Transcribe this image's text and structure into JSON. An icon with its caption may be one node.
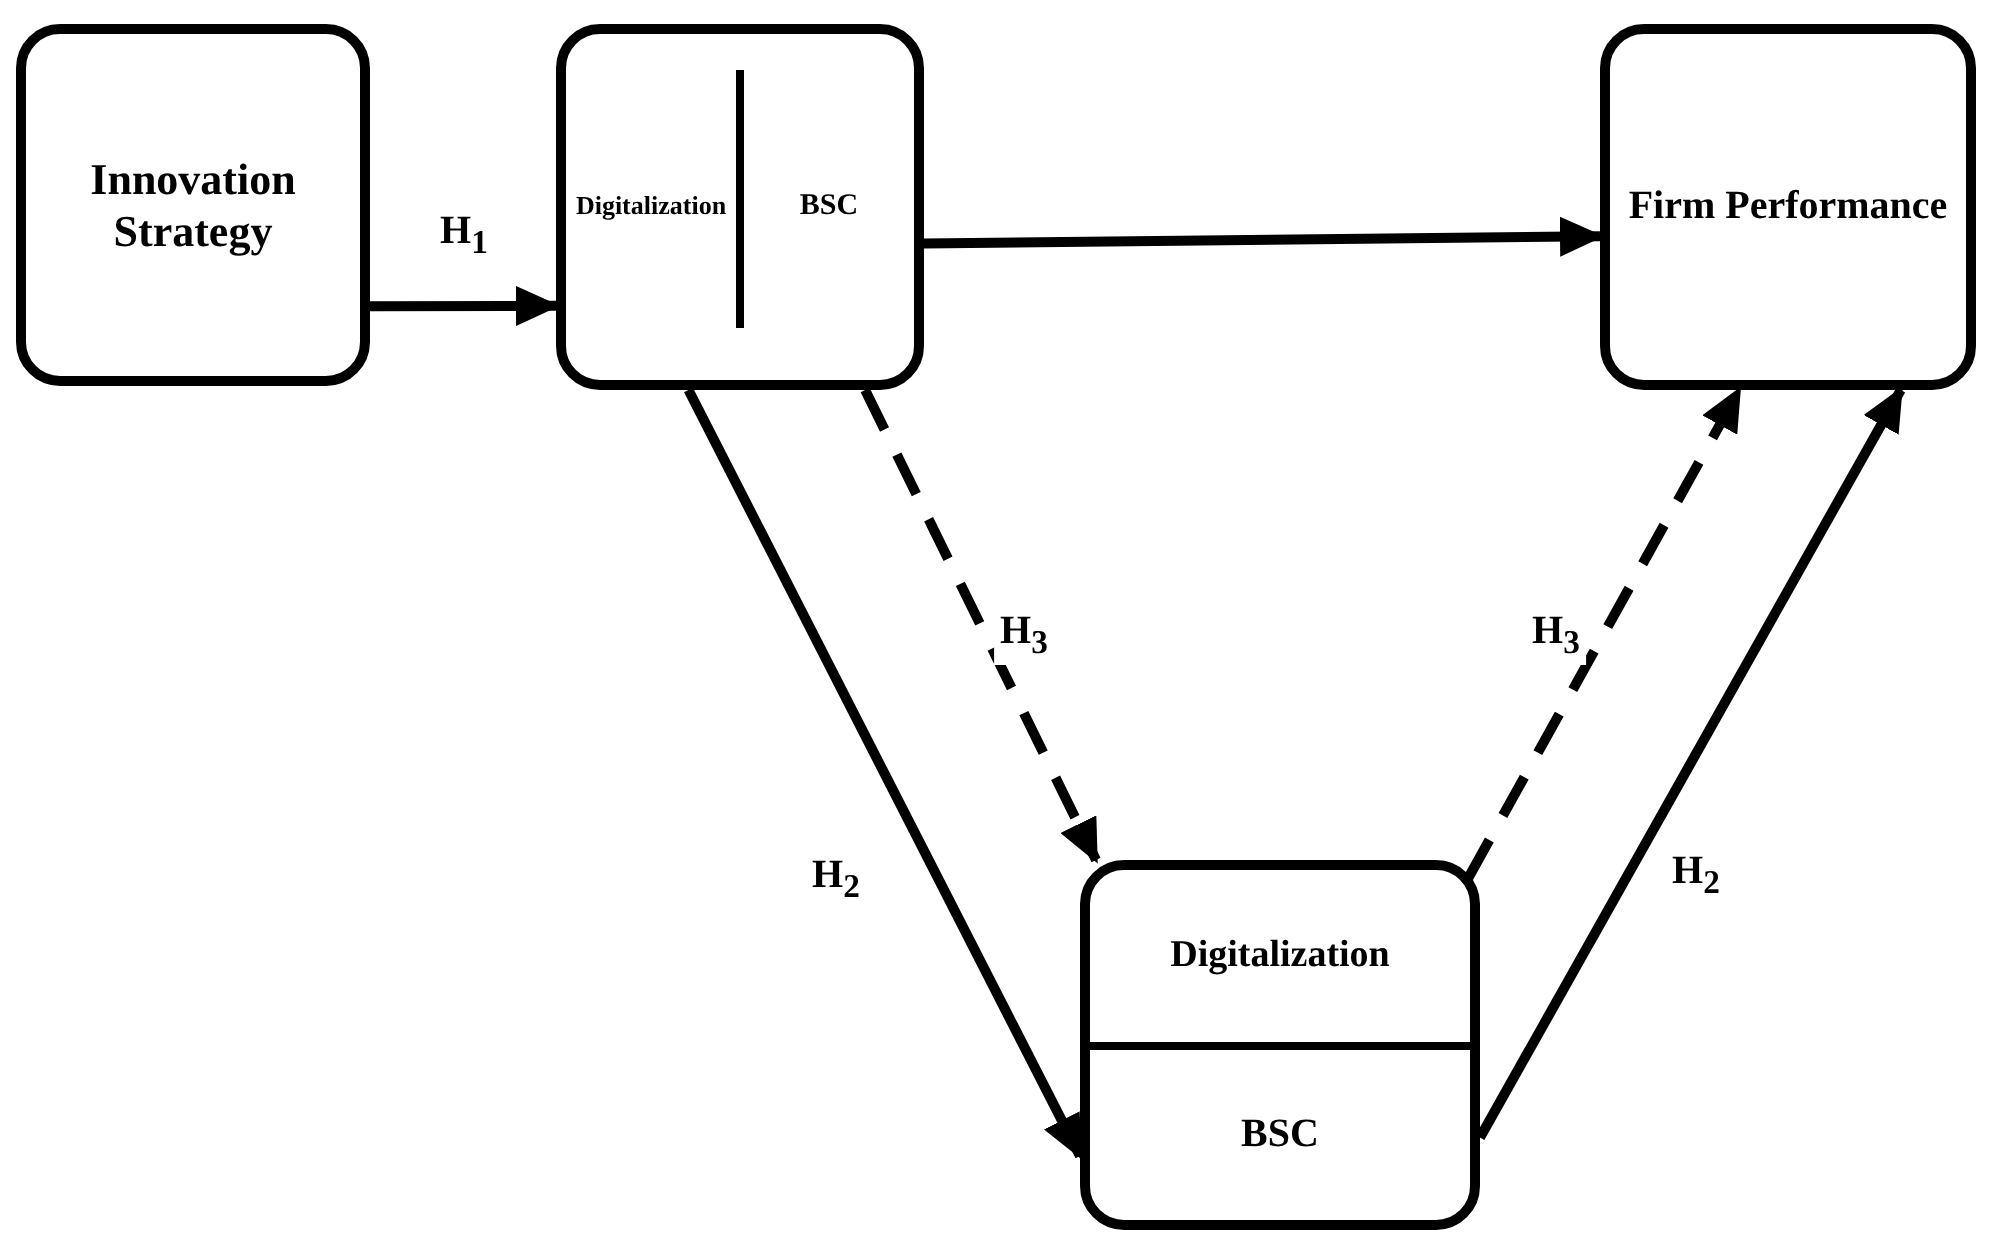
{
  "diagram": {
    "nodes": [
      {
        "text": [
          "Innovation Strategy"
        ]
      },
      {
        "text": [
          "Digitalization",
          "BSC"
        ]
      },
      {
        "text": [
          "Firm Performance"
        ]
      },
      {
        "text": [
          "Digitalization",
          "BSC"
        ]
      }
    ],
    "edges": [
      {
        "from": 0,
        "to": 1,
        "arrow": "to",
        "label": "H$_{1}$"
      },
      {
        "from": 1,
        "to": 2,
        "arrow": "to"
      },
      {
        "from": 1,
        "to": 3,
        "arrow": "to",
        "label": "H$_{2}$"
      },
      {
        "from": 1,
        "to": 3,
        "arrow": "to",
        "label": "H$_{3}$",
        "style": "dashed"
      },
      {
        "from": 3,
        "to": 2,
        "arrow": "to",
        "label": "H$_{3}$",
        "style": "dashed"
      },
      {
        "from": 3,
        "to": 2,
        "arrow": "to",
        "label": "H$_{2}$"
      }
    ]
  }
}
